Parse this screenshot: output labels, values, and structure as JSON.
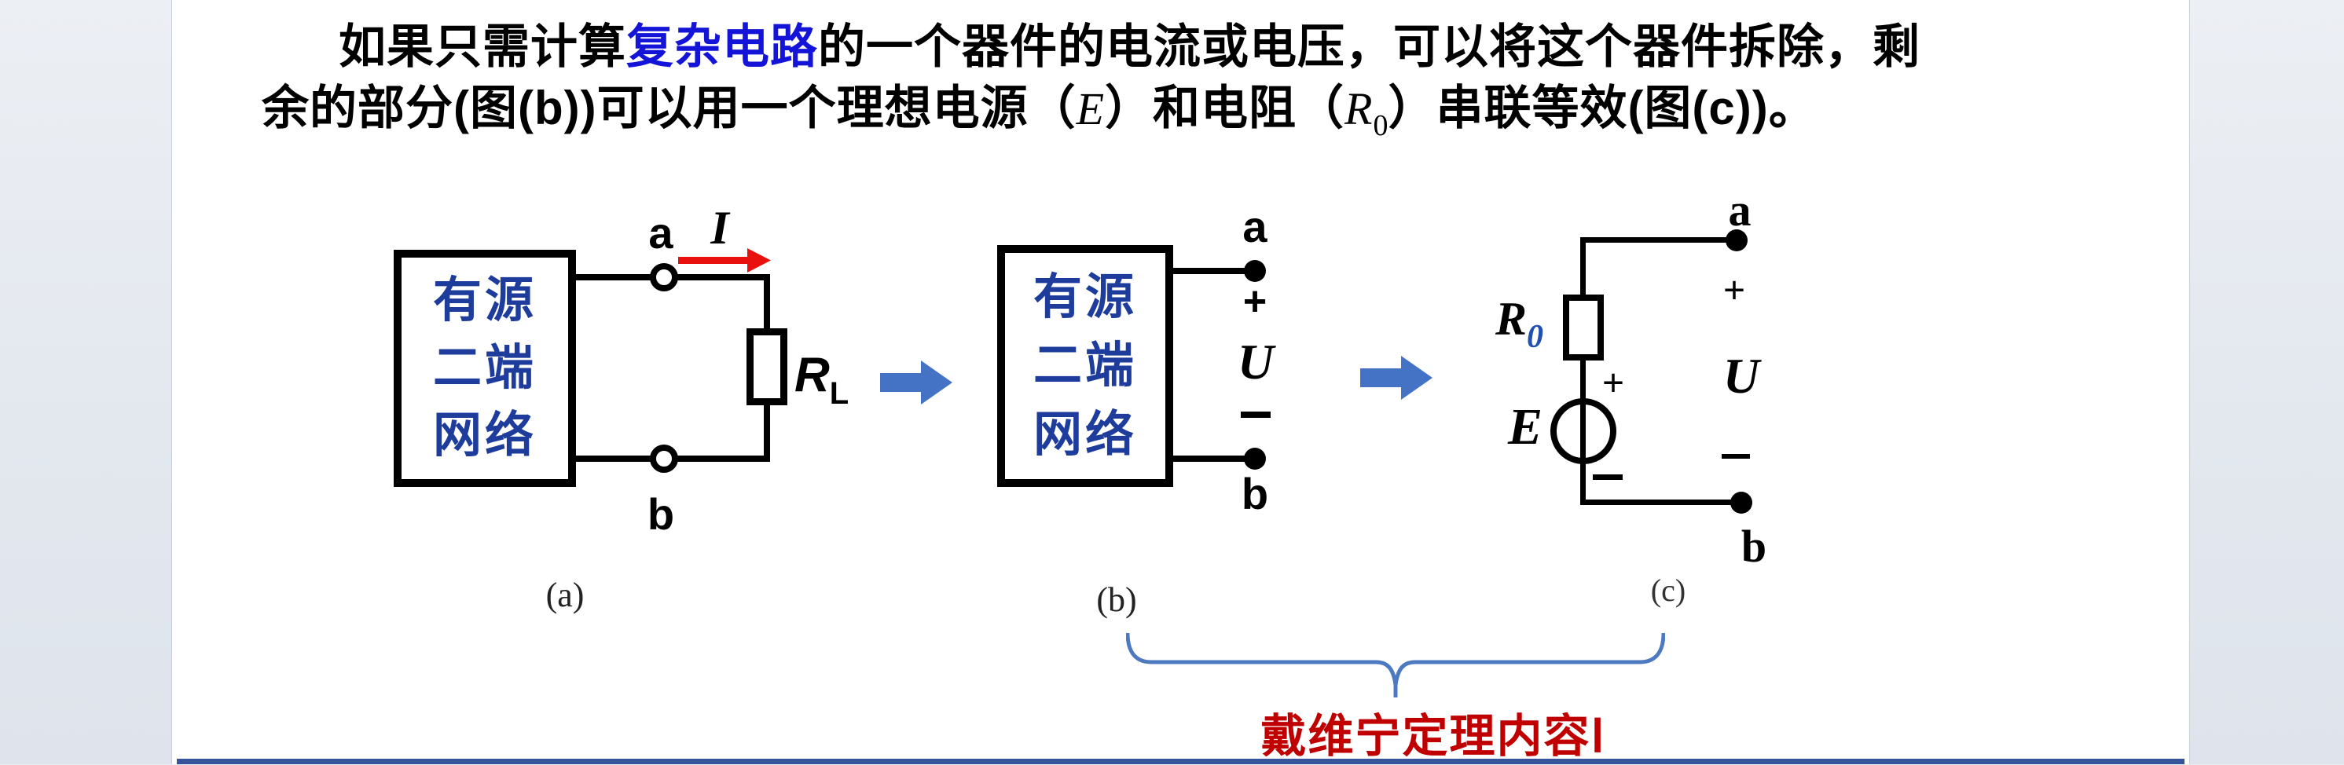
{
  "page": {
    "outer_bg": "#e3e8ef",
    "slide_bg": "#ffffff",
    "bottom_strip_color": "#35549c"
  },
  "paragraph": {
    "line1_pre": "如果只需计算",
    "line1_highlight": "复杂电路",
    "line1_post": "的一个器件的电流或电压，可以将这个器件拆除，剩",
    "line2_pre": "余的部分(图(b))可以用一个理想电源（",
    "line2_E": "E",
    "line2_mid": "）和电阻（",
    "line2_R": "R",
    "line2_R_sub": "0",
    "line2_post": "）串联等效(图(c))。",
    "highlight_color": "#1414d8"
  },
  "circuit_a": {
    "box_line1": "有源",
    "box_line2": "二端",
    "box_line3": "网络",
    "box_text_color": "#1d3c9c",
    "terminal_a": "a",
    "terminal_b": "b",
    "current_label": "I",
    "current_arrow_color": "#e8110e",
    "resistor_label": "R",
    "resistor_sub": "L",
    "caption": "(a)"
  },
  "arrow1": {
    "name": "transform-arrow",
    "color": "#4472c4"
  },
  "circuit_b": {
    "box_line1": "有源",
    "box_line2": "二端",
    "box_line3": "网络",
    "box_text_color": "#1d3c9c",
    "terminal_a": "a",
    "plus": "+",
    "voltage_label": "U",
    "minus": "−",
    "terminal_b": "b",
    "caption": "(b)"
  },
  "arrow2": {
    "name": "transform-arrow",
    "color": "#4472c4"
  },
  "circuit_c": {
    "resistor_label": "R",
    "resistor_sub": "0",
    "resistor_sub_color": "#2050b0",
    "source_label": "E",
    "source_plus": "+",
    "source_minus": "−",
    "terminal_a": "a",
    "plus": "+",
    "voltage_label": "U",
    "minus": "−",
    "terminal_b": "b",
    "caption": "(c)"
  },
  "annotation": {
    "brace_color": "#4d79c0",
    "title": "戴维宁定理内容Ⅰ",
    "title_color": "#c00000"
  }
}
